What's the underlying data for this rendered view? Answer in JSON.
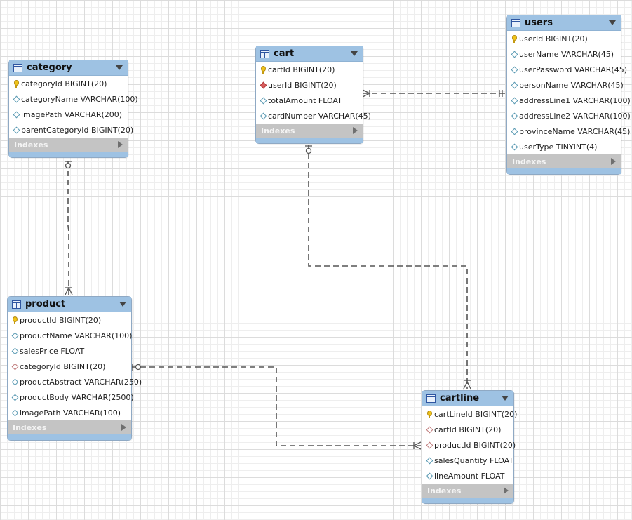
{
  "diagram": {
    "footer_label": "Indexes",
    "tables": [
      {
        "id": "category",
        "name": "category",
        "columns": [
          {
            "label": "categoryId BIGINT(20)",
            "icon": "primary-key-icon"
          },
          {
            "label": "categoryName VARCHAR(100)",
            "icon": "column-diamond-icon"
          },
          {
            "label": "imagePath VARCHAR(200)",
            "icon": "column-diamond-icon"
          },
          {
            "label": "parentCategoryId BIGINT(20)",
            "icon": "column-diamond-icon"
          }
        ]
      },
      {
        "id": "cart",
        "name": "cart",
        "columns": [
          {
            "label": "cartId BIGINT(20)",
            "icon": "primary-key-icon"
          },
          {
            "label": "userId BIGINT(20)",
            "icon": "foreign-key-filled-icon"
          },
          {
            "label": "totalAmount FLOAT",
            "icon": "column-diamond-icon"
          },
          {
            "label": "cardNumber VARCHAR(45)",
            "icon": "column-diamond-icon"
          }
        ]
      },
      {
        "id": "users",
        "name": "users",
        "columns": [
          {
            "label": "userId BIGINT(20)",
            "icon": "primary-key-icon"
          },
          {
            "label": "userName VARCHAR(45)",
            "icon": "column-diamond-icon"
          },
          {
            "label": "userPassword VARCHAR(45)",
            "icon": "column-diamond-icon"
          },
          {
            "label": "personName VARCHAR(45)",
            "icon": "column-diamond-icon"
          },
          {
            "label": "addressLine1 VARCHAR(100)",
            "icon": "column-diamond-icon"
          },
          {
            "label": "addressLine2 VARCHAR(100)",
            "icon": "column-diamond-icon"
          },
          {
            "label": "provinceName VARCHAR(45)",
            "icon": "column-diamond-icon"
          },
          {
            "label": "userType TINYINT(4)",
            "icon": "column-diamond-icon"
          }
        ]
      },
      {
        "id": "product",
        "name": "product",
        "columns": [
          {
            "label": "productId BIGINT(20)",
            "icon": "primary-key-icon"
          },
          {
            "label": "productName VARCHAR(100)",
            "icon": "column-diamond-icon"
          },
          {
            "label": "salesPrice FLOAT",
            "icon": "column-diamond-icon"
          },
          {
            "label": "categoryId BIGINT(20)",
            "icon": "foreign-key-icon"
          },
          {
            "label": "productAbstract VARCHAR(250)",
            "icon": "column-diamond-icon"
          },
          {
            "label": "productBody VARCHAR(2500)",
            "icon": "column-diamond-icon"
          },
          {
            "label": "imagePath VARCHAR(100)",
            "icon": "column-diamond-icon"
          }
        ]
      },
      {
        "id": "cartline",
        "name": "cartline",
        "columns": [
          {
            "label": "cartLineId BIGINT(20)",
            "icon": "primary-key-icon"
          },
          {
            "label": "cartId BIGINT(20)",
            "icon": "foreign-key-icon"
          },
          {
            "label": "productId BIGINT(20)",
            "icon": "foreign-key-icon"
          },
          {
            "label": "salesQuantity FLOAT",
            "icon": "column-diamond-icon"
          },
          {
            "label": "lineAmount FLOAT",
            "icon": "column-diamond-icon"
          }
        ]
      }
    ],
    "relationships": [
      {
        "name": "category-product",
        "from": "category",
        "to": "product"
      },
      {
        "name": "cart-users",
        "from": "cart",
        "to": "users"
      },
      {
        "name": "cart-cartline",
        "from": "cart",
        "to": "cartline"
      },
      {
        "name": "product-cartline",
        "from": "product",
        "to": "cartline"
      }
    ]
  },
  "colors": {
    "header": "#9ec2e3",
    "footer": "#c4c4c4",
    "connector": "#555555",
    "grid": "#dcdcdc"
  }
}
